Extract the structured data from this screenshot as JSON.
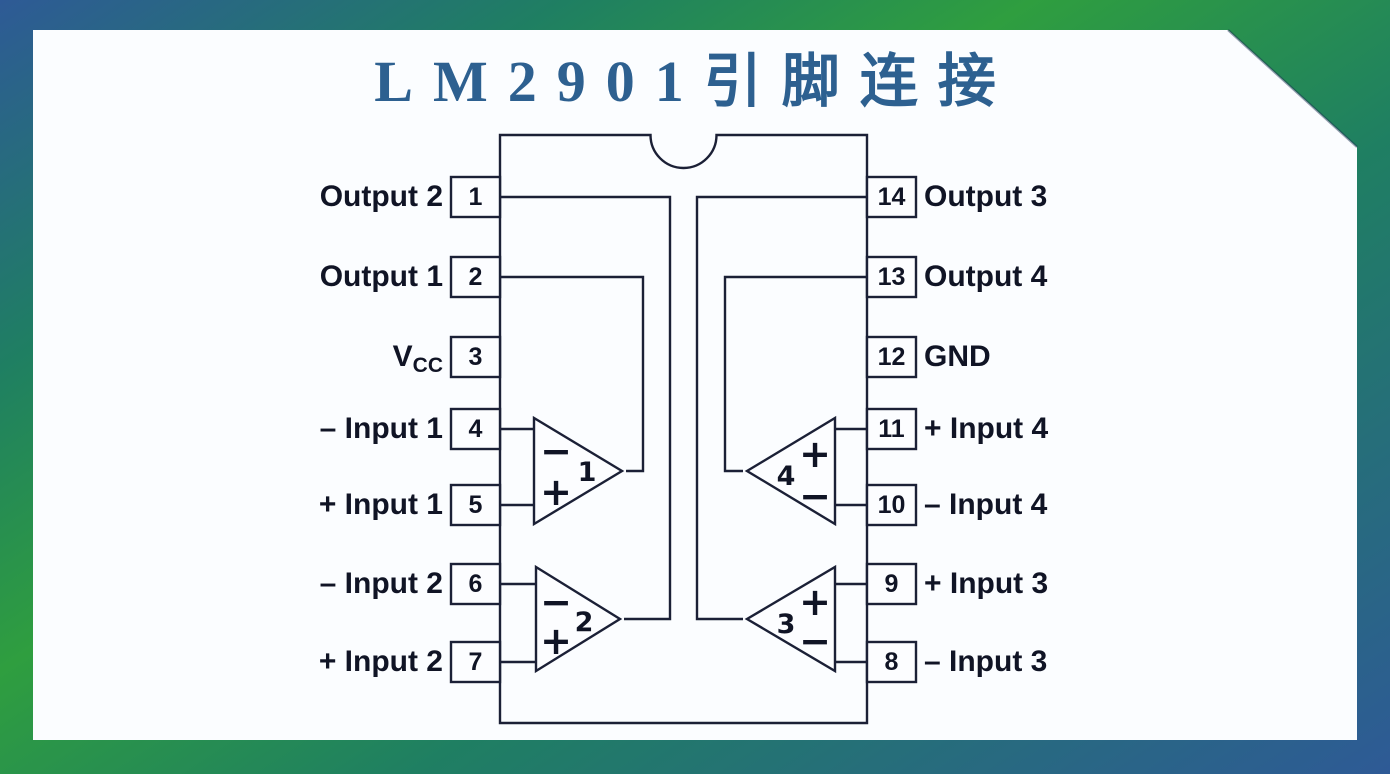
{
  "title": "LM2901引脚连接",
  "colors": {
    "frame_blue": "#2e5a96",
    "frame_green": "#2f9e3f",
    "title_blue": "#2d6090",
    "line": "#1b2036",
    "text": "#101425",
    "background": "#fbfdff"
  },
  "left_pins": [
    {
      "number": "1",
      "label": "Output 2"
    },
    {
      "number": "2",
      "label": "Output 1"
    },
    {
      "number": "3",
      "label_main": "V",
      "label_sub": "CC"
    },
    {
      "number": "4",
      "label": "– Input 1"
    },
    {
      "number": "5",
      "label": "+ Input 1"
    },
    {
      "number": "6",
      "label": "– Input 2"
    },
    {
      "number": "7",
      "label": "+ Input 2"
    }
  ],
  "right_pins": [
    {
      "number": "14",
      "label": "Output 3"
    },
    {
      "number": "13",
      "label": "Output 4"
    },
    {
      "number": "12",
      "label": "GND"
    },
    {
      "number": "11",
      "label": "+ Input 4"
    },
    {
      "number": "10",
      "label": "– Input 4"
    },
    {
      "number": "9",
      "label": "+ Input 3"
    },
    {
      "number": "8",
      "label": "– Input 3"
    }
  ],
  "comparators": [
    {
      "number": "1",
      "top_sign": "−",
      "bottom_sign": "+"
    },
    {
      "number": "2",
      "top_sign": "−",
      "bottom_sign": "+"
    },
    {
      "number": "3",
      "top_sign": "+",
      "bottom_sign": "−"
    },
    {
      "number": "4",
      "top_sign": "+",
      "bottom_sign": "−"
    }
  ]
}
